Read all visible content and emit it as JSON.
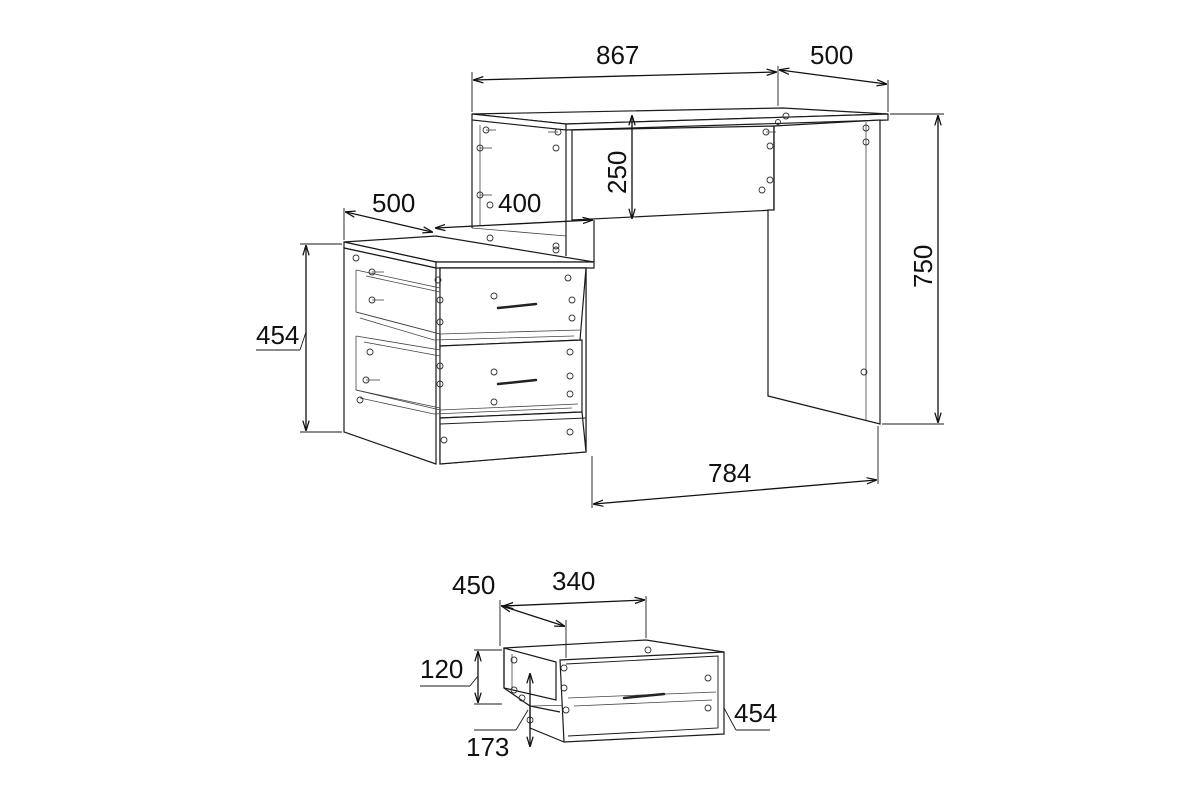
{
  "diagram": {
    "desk_dimensions": {
      "width_total": "867",
      "depth_top": "500",
      "apron_height": "250",
      "desk_height": "750",
      "leg_span": "784"
    },
    "pedestal_dimensions": {
      "depth": "500",
      "width": "400",
      "height": "454"
    },
    "drawer_dimensions": {
      "depth": "450",
      "inner_width": "340",
      "side_height": "120",
      "front_height": "173",
      "front_width": "454"
    }
  }
}
